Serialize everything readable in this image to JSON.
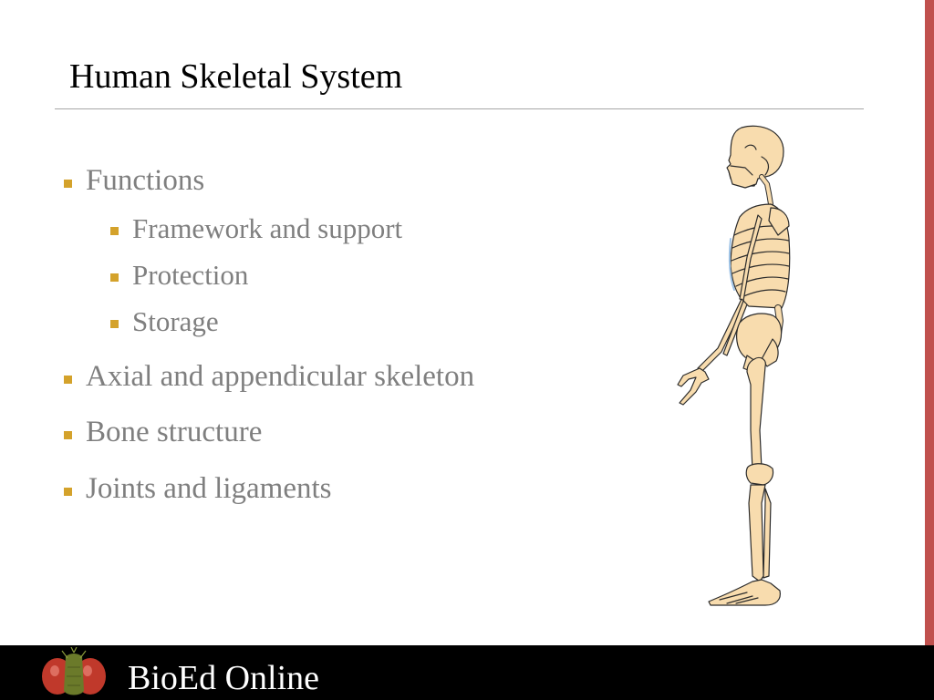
{
  "slide": {
    "title": "Human Skeletal System",
    "bullets": [
      {
        "text": "Functions",
        "level": 1
      },
      {
        "text": "Framework and support",
        "level": 2
      },
      {
        "text": "Protection",
        "level": 2
      },
      {
        "text": "Storage",
        "level": 2
      },
      {
        "text": "Axial and appendicular skeleton",
        "level": 1
      },
      {
        "text": "Bone structure",
        "level": 1
      },
      {
        "text": "Joints and ligaments",
        "level": 1
      }
    ],
    "figure_icon": "human-skeleton-side-view",
    "colors": {
      "accent_bar": "#c0504d",
      "bullet_marker": "#d4a22b",
      "body_text": "#7f7f7f",
      "title_text": "#000000",
      "footer_bg": "#000000",
      "bone": "#f8dcae"
    }
  },
  "footer": {
    "brand": "BioEd Online",
    "logo_icon": "fruit-fly-icon"
  }
}
